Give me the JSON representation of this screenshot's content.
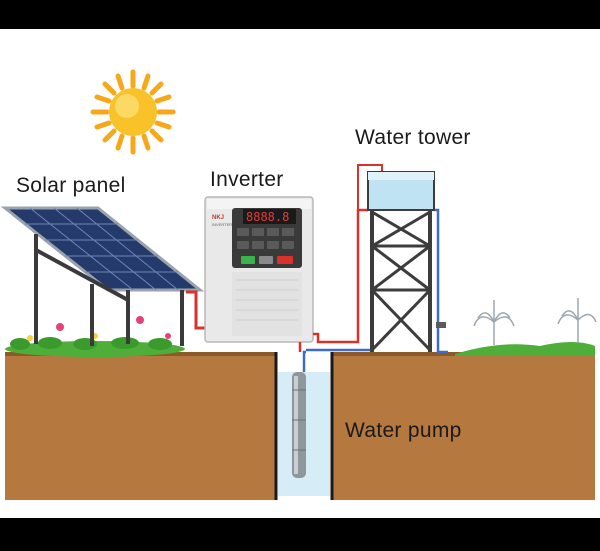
{
  "labels": {
    "solar_panel": "Solar panel",
    "inverter": "Inverter",
    "water_tower": "Water tower",
    "water_pump": "Water pump"
  },
  "inverter_display": "8888.8",
  "colors": {
    "border": "#000000",
    "sky": "#ffffff",
    "sun": "#f7b51e",
    "soil": "#b5783f",
    "grass": "#4fae3a",
    "panel": "#243a6b",
    "frame": "#3a3a3a",
    "wire_red": "#d9312b",
    "pipe_blue": "#3d6bc7",
    "water": "#bfe3f2",
    "tower": "#3c3c3c",
    "inverter_body": "#e9e9e9"
  }
}
